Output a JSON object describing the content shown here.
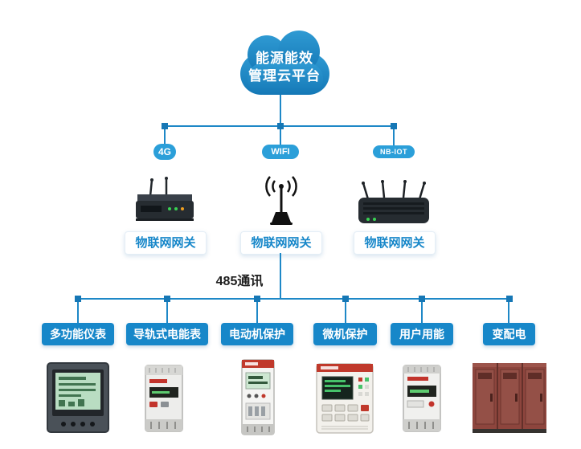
{
  "colors": {
    "line_blue": "#1e88c7",
    "badge_blue": "#2b9fd9",
    "device_label_blue": "#1787c9",
    "cloud_blue": "#1e88c7"
  },
  "cloud": {
    "line1": "能源能效",
    "line2": "管理云平台"
  },
  "gateways": [
    {
      "badge": "4G",
      "label": "物联网网关",
      "icon": "cellular-router-icon"
    },
    {
      "badge": "WIFI",
      "label": "物联网网关",
      "icon": "wifi-antenna-icon"
    },
    {
      "badge": "NB-IOT",
      "label": "物联网网关",
      "icon": "nbiot-router-icon"
    }
  ],
  "bus": {
    "label": "485通讯"
  },
  "devices": [
    {
      "label": "多功能仪表",
      "icon": "multifunction-meter-image"
    },
    {
      "label": "导轨式电能表",
      "icon": "din-rail-meter-image"
    },
    {
      "label": "电动机保护",
      "icon": "motor-protection-image"
    },
    {
      "label": "微机保护",
      "icon": "microcomputer-protection-image"
    },
    {
      "label": "用户用能",
      "icon": "user-energy-meter-image"
    },
    {
      "label": "变配电",
      "icon": "power-distribution-cabinet-image"
    }
  ]
}
